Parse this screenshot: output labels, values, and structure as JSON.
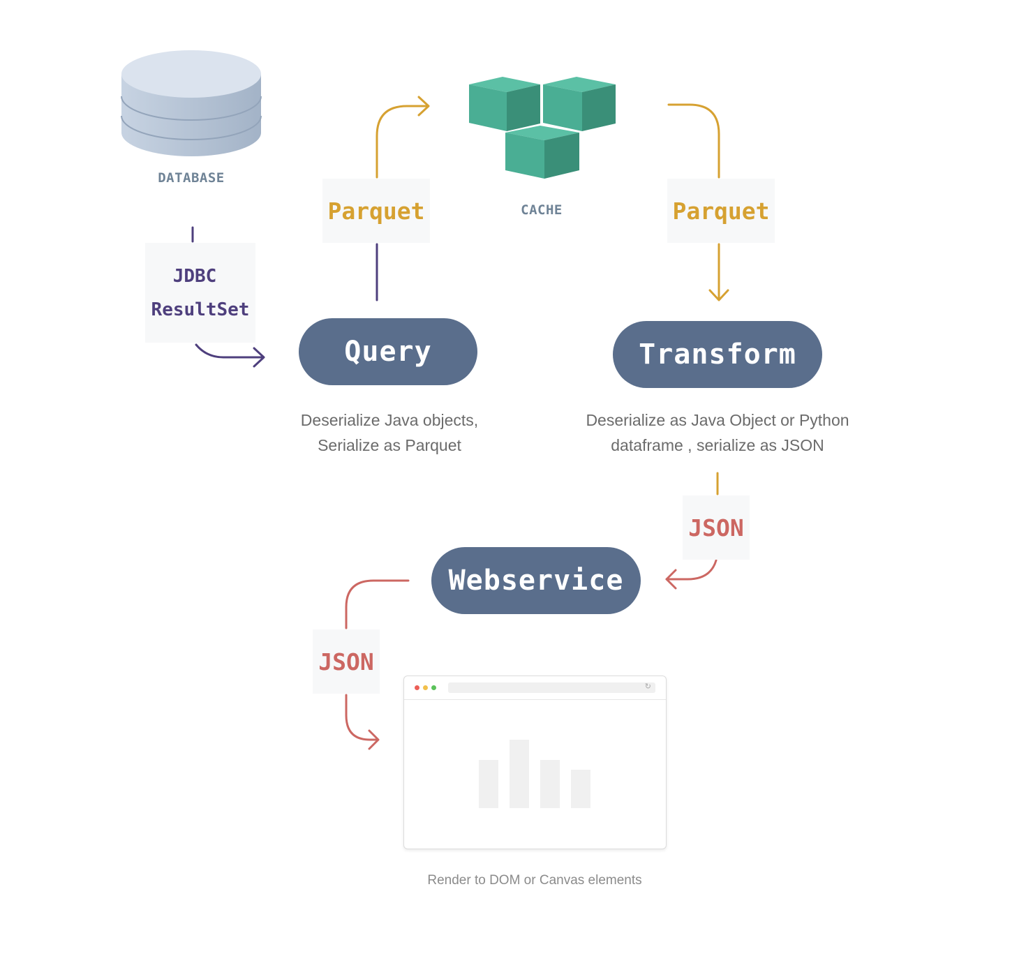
{
  "nodes": {
    "database": {
      "label": "DATABASE"
    },
    "cache": {
      "label": "CACHE"
    },
    "query": {
      "label": "Query",
      "description_line1": "Deserialize Java objects,",
      "description_line2": "Serialize as Parquet"
    },
    "transform": {
      "label": "Transform",
      "description_line1": "Deserialize as Java Object or Python",
      "description_line2": "dataframe , serialize as JSON"
    },
    "webservice": {
      "label": "Webservice"
    },
    "browser": {
      "caption": "Render to DOM or Canvas elements",
      "bar_values": [
        0.7,
        1.0,
        0.7,
        0.56
      ]
    }
  },
  "edges": {
    "database_to_query": {
      "line1": "JDBC",
      "line2": "ResultSet"
    },
    "query_to_cache": {
      "label": "Parquet"
    },
    "cache_to_transform": {
      "label": "Parquet"
    },
    "transform_to_webservice": {
      "label": "JSON"
    },
    "webservice_to_browser": {
      "label": "JSON"
    }
  },
  "colors": {
    "pill": "#5a6e8c",
    "parquet": "#d6a131",
    "json": "#cc6762",
    "jdbc": "#4e3f7d",
    "cache_cube": "#4aae94",
    "database": "#b7c5d6"
  },
  "icons": [
    "database-icon",
    "cache-cubes-icon",
    "browser-window-icon"
  ]
}
